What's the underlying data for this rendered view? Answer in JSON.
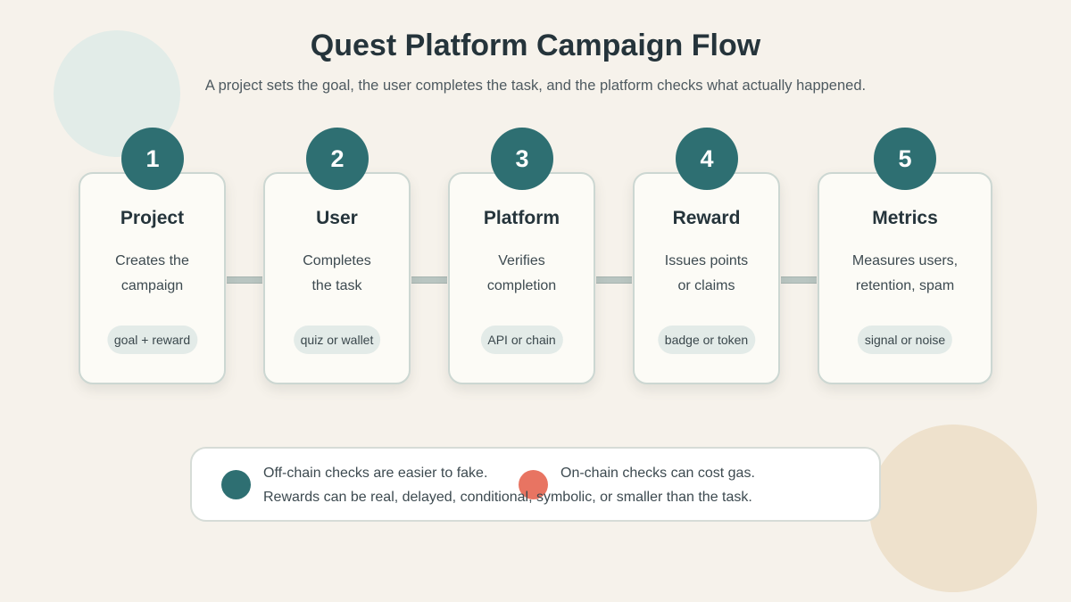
{
  "title": "Quest Platform Campaign Flow",
  "subtitle": "A project sets the goal, the user completes the task, and the platform checks what actually happened.",
  "steps": [
    {
      "number": "1",
      "title": "Project",
      "desc_line1": "Creates the",
      "desc_line2": "campaign",
      "tag": "goal + reward"
    },
    {
      "number": "2",
      "title": "User",
      "desc_line1": "Completes",
      "desc_line2": "the task",
      "tag": "quiz or wallet"
    },
    {
      "number": "3",
      "title": "Platform",
      "desc_line1": "Verifies",
      "desc_line2": "completion",
      "tag": "API or chain"
    },
    {
      "number": "4",
      "title": "Reward",
      "desc_line1": "Issues points",
      "desc_line2": "or claims",
      "tag": "badge or token"
    },
    {
      "number": "5",
      "title": "Metrics",
      "desc_line1": "Measures users,",
      "desc_line2": "retention, spam",
      "tag": "signal or noise"
    }
  ],
  "notes": {
    "offchain": "Off-chain checks are easier to fake.",
    "onchain": "On-chain checks can cost gas.",
    "rewards": "Rewards can be real, delayed, conditional, symbolic, or smaller than the task."
  },
  "colors": {
    "background": "#f6f2eb",
    "accent_teal": "#2e6f72",
    "accent_coral": "#e87462",
    "card_background": "#fcfbf6",
    "pill_background": "#e3ebe8"
  }
}
